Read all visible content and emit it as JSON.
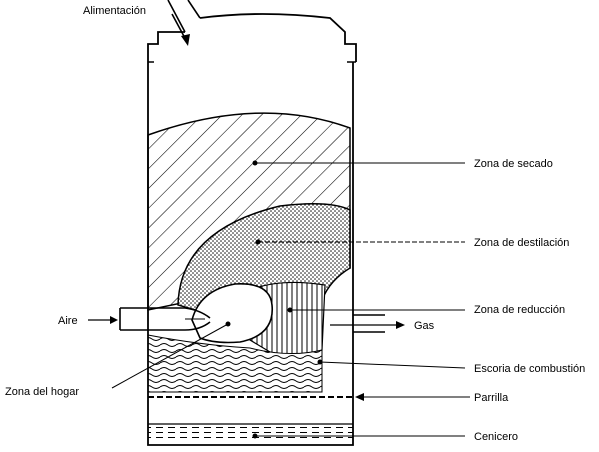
{
  "labels": {
    "feed": "Alimentación",
    "drying": "Zona de secado",
    "distillation": "Zona de destilación",
    "reduction": "Zona de reducción",
    "gas": "Gas",
    "air": "Aire",
    "slag": "Escoria de combustión",
    "hearth": "Zona del hogar",
    "grate": "Parrilla",
    "ashpit": "Cenicero"
  }
}
